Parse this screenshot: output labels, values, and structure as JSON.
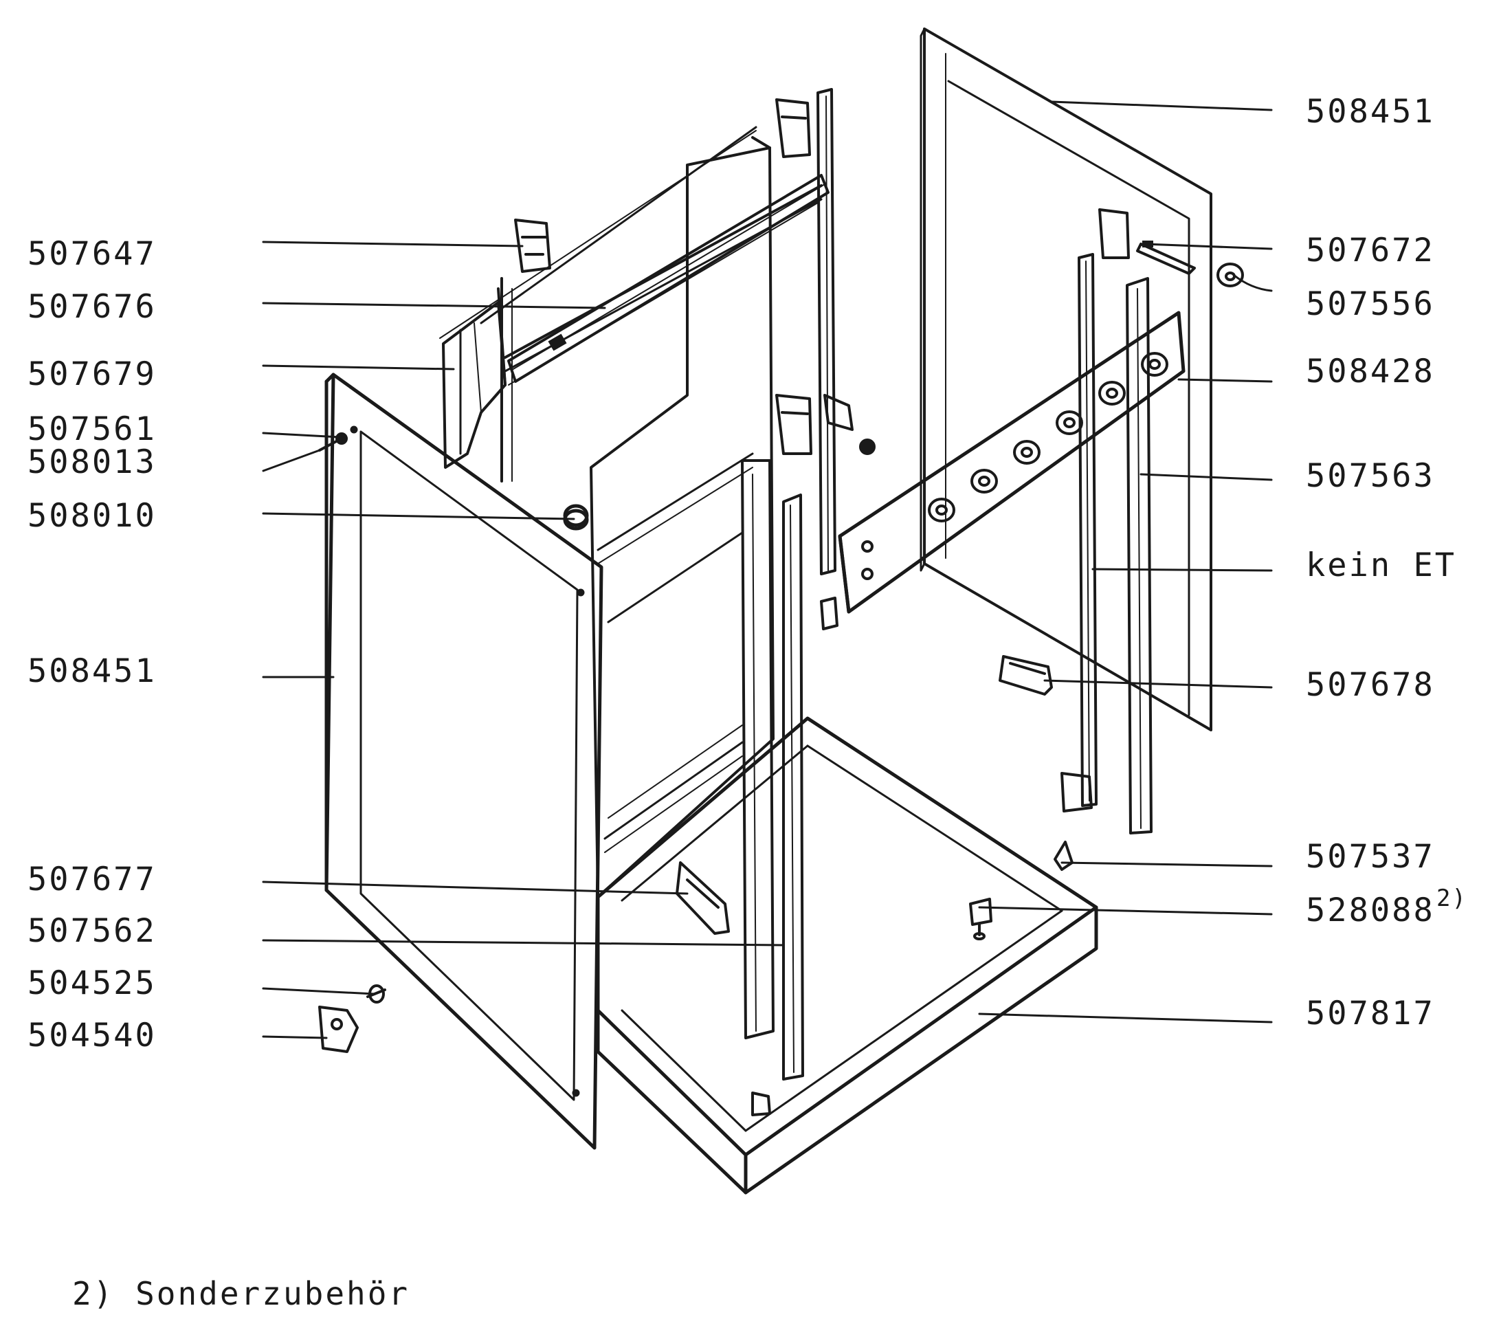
{
  "diagram": {
    "labels": {
      "l1": "507647",
      "l2": "507676",
      "l3": "507679",
      "l4": "507561",
      "l5": "508013",
      "l6": "508010",
      "l7": "508451",
      "l8": "507677",
      "l9": "507562",
      "l10": "504525",
      "l11": "504540",
      "r1": "508451",
      "r2": "507672",
      "r3": "507556",
      "r4": "508428",
      "r5": "507563",
      "r6": "kein ET",
      "r7": "507678",
      "r8": "507537",
      "r9": "528088",
      "r9_sup": "2)",
      "r10": "507817"
    },
    "footnote": "2) Sonderzubehör"
  }
}
